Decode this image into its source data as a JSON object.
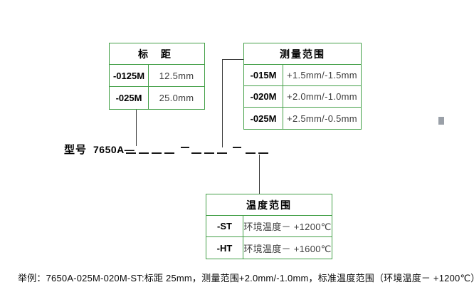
{
  "model_line": {
    "label": "型号",
    "prefix": "7650A—"
  },
  "tables": [
    {
      "id": "gauge-length",
      "title": "标 距",
      "rows": [
        {
          "code": "-0125M",
          "value": "12.5mm"
        },
        {
          "code": "-025M",
          "value": "25.0mm"
        }
      ]
    },
    {
      "id": "measurement-range",
      "title": "测量范围",
      "rows": [
        {
          "code": "-015M",
          "value": "+1.5mm/-1.5mm"
        },
        {
          "code": "-020M",
          "value": "+2.0mm/-1.0mm"
        },
        {
          "code": "-025M",
          "value": "+2.5mm/-0.5mm"
        }
      ]
    },
    {
      "id": "temperature-range",
      "title": "温度范围",
      "rows": [
        {
          "code": "-ST",
          "value": "环境温度－ +1200℃"
        },
        {
          "code": "-HT",
          "value": "环境温度－ +1600℃"
        }
      ]
    }
  ],
  "example_text": "举例：7650A-025M-020M-ST:标距 25mm，测量范围+2.0mm/-1.0mm，标准温度范围（环境温度－ +1200℃）",
  "colors": {
    "table_border": "#44a048",
    "connector": "#3a3a3a",
    "selection_handle": "#9aa0a8",
    "value_text": "#3d3d3d"
  }
}
